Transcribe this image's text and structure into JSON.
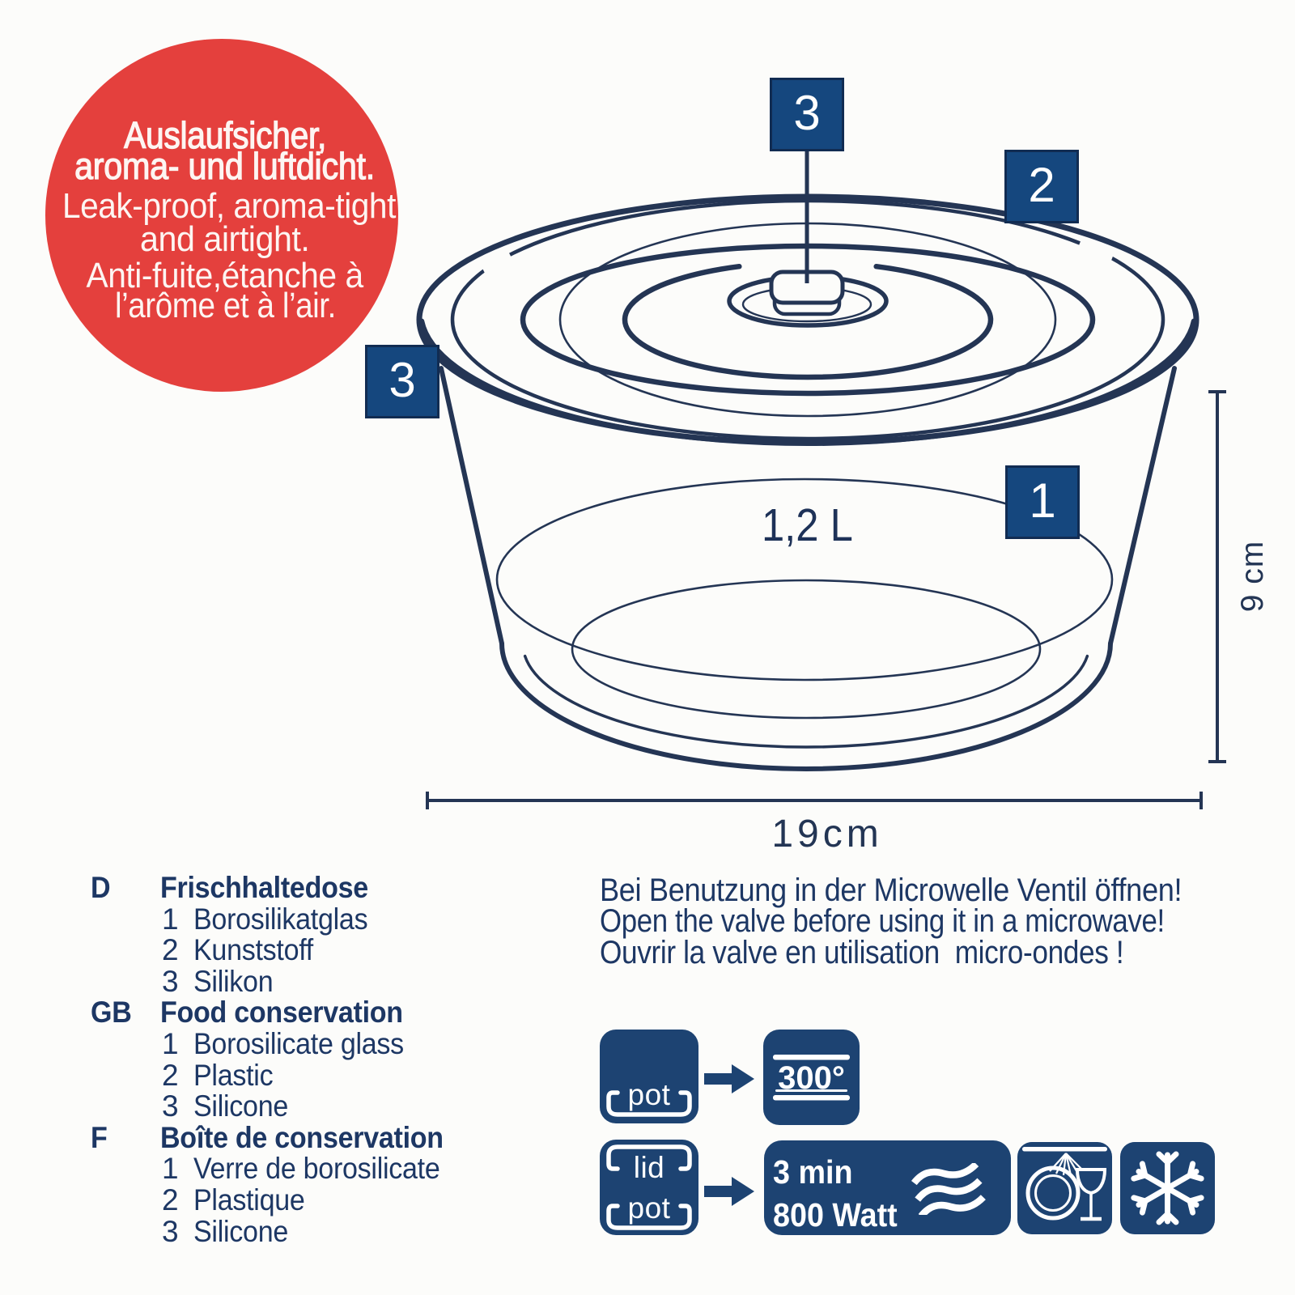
{
  "badge": {
    "background_color": "#e4403d",
    "text_color": "#fdf5f2",
    "lines_de": [
      "Auslaufsicher,",
      "aroma- und luftdicht."
    ],
    "lines_en": [
      "Leak-proof, aroma-tight",
      "and airtight."
    ],
    "lines_fr": [
      "Anti-fuite,étanche à",
      "l’arôme et à l’air."
    ]
  },
  "diagram": {
    "capacity_label": "1,2 L",
    "width_label": "19cm",
    "height_label": "9 cm",
    "callout_lid_valve": "3",
    "callout_lid": "2",
    "callout_seal": "3",
    "callout_pot": "1",
    "line_color": "#243554",
    "callout_box_color": "#15477e"
  },
  "legend": {
    "groups": [
      {
        "code": "D",
        "title": "Frischhaltedose",
        "items": [
          {
            "num": "1",
            "label": "Borosilikatglas"
          },
          {
            "num": "2",
            "label": "Kunststoff"
          },
          {
            "num": "3",
            "label": "Silikon"
          }
        ]
      },
      {
        "code": "GB",
        "title": "Food conservation",
        "items": [
          {
            "num": "1",
            "label": "Borosilicate glass"
          },
          {
            "num": "2",
            "label": "Plastic"
          },
          {
            "num": "3",
            "label": "Silicone"
          }
        ]
      },
      {
        "code": "F",
        "title": "Boîte de conservation",
        "items": [
          {
            "num": "1",
            "label": "Verre de borosilicate"
          },
          {
            "num": "2",
            "label": "Plastique"
          },
          {
            "num": "3",
            "label": "Silicone"
          }
        ]
      }
    ]
  },
  "microwave_note": {
    "lines": [
      "Bei Benutzung in der Microwelle Ventil öffnen!",
      "Open the valve before using it in a microwave!",
      "Ouvrir la valve en utilisation  micro-ondes !"
    ]
  },
  "usage": {
    "pot_label": "pot",
    "lid_label": "lid",
    "lidpot_pot_label": "pot",
    "oven_temp": "300°",
    "micro_time": "3 min",
    "micro_power": "800 Watt",
    "tile_color": "#1d4372"
  }
}
